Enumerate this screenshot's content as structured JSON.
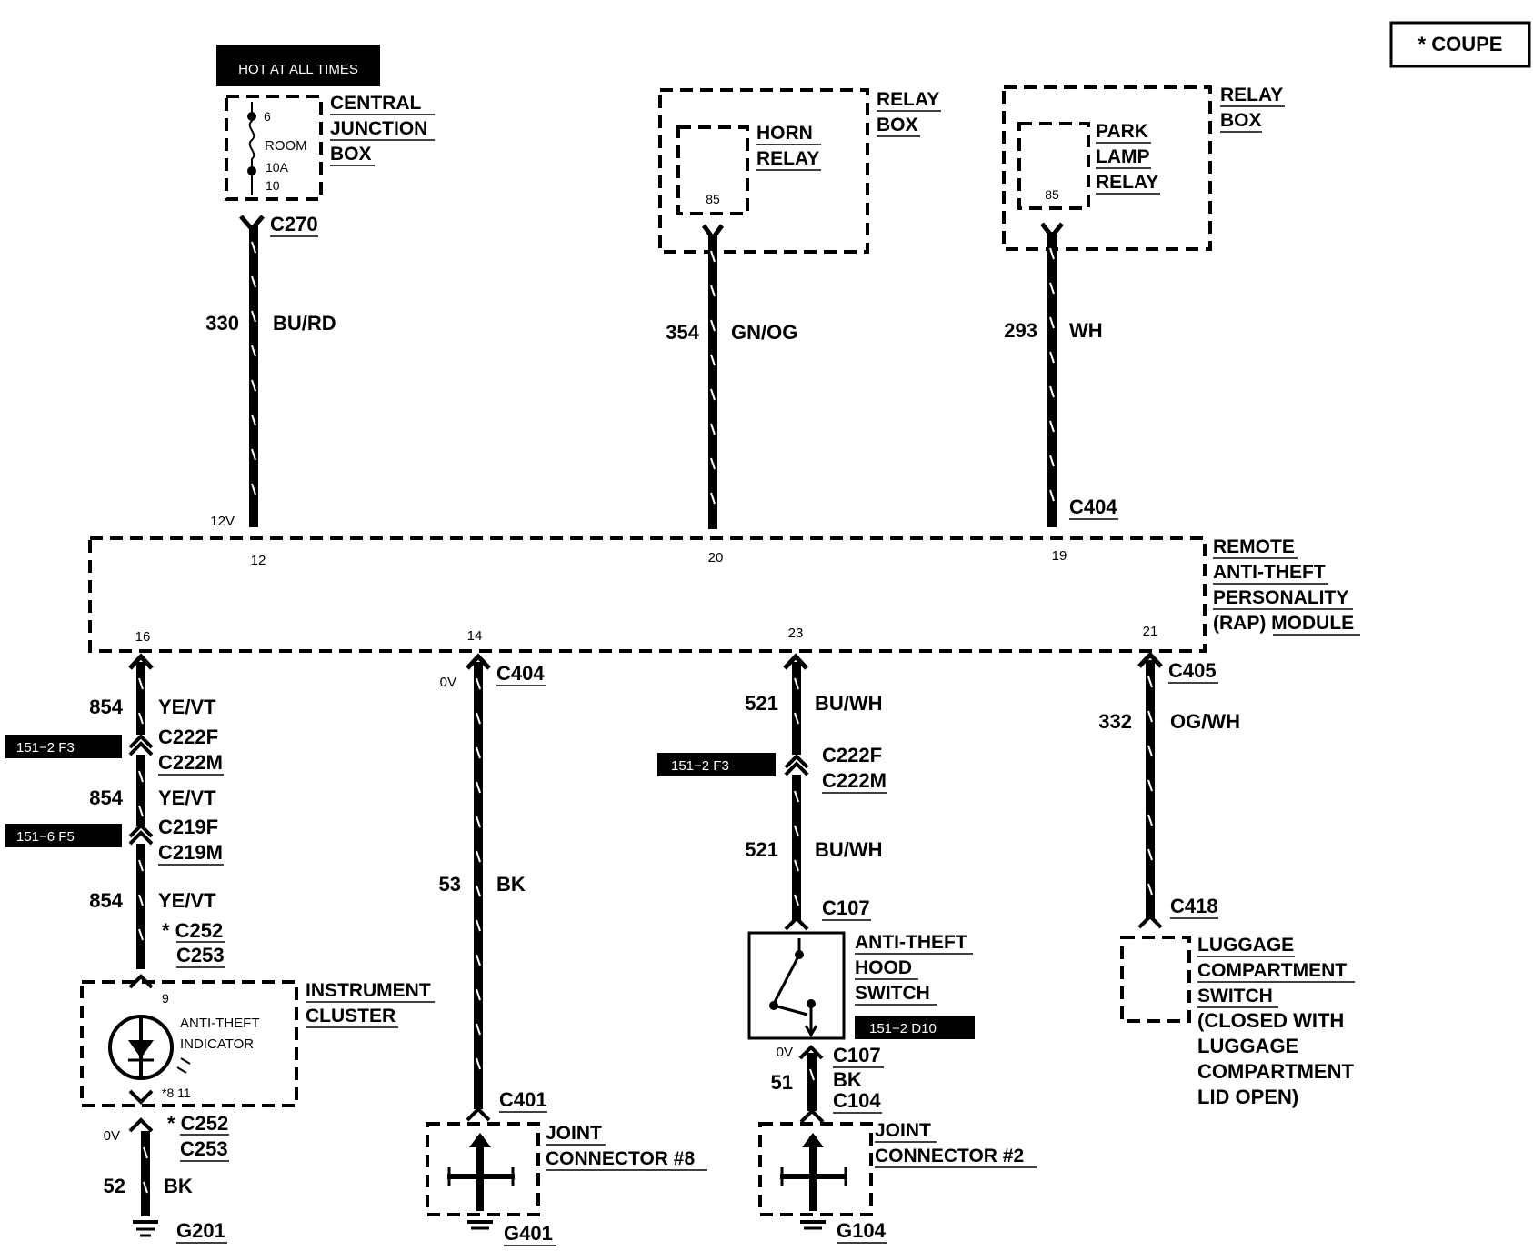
{
  "legend": {
    "label": "* COUPE"
  },
  "hot_label": "HOT AT ALL TIMES",
  "cjb": {
    "title": [
      "CENTRAL",
      "JUNCTION",
      "BOX"
    ],
    "pin_top": "6",
    "fuse_name": "ROOM",
    "fuse_rating": "10A",
    "pin_bottom": "10",
    "connector": "C270"
  },
  "horn_relay": {
    "box_title": [
      "RELAY",
      "BOX"
    ],
    "title": [
      "HORN",
      "RELAY"
    ],
    "pin": "85"
  },
  "park_relay": {
    "box_title": [
      "RELAY",
      "BOX"
    ],
    "title": [
      "PARK",
      "LAMP",
      "RELAY"
    ],
    "pin": "85"
  },
  "wires_top": [
    {
      "circuit": "330",
      "color": "BU/RD"
    },
    {
      "circuit": "354",
      "color": "GN/OG"
    },
    {
      "circuit": "293",
      "color": "WH"
    }
  ],
  "top_connector": "C404",
  "voltage_12v": "12V",
  "module": {
    "title": [
      "REMOTE",
      "ANTI-THEFT",
      "PERSONALITY",
      "(RAP) MODULE"
    ],
    "pins_top": [
      "12",
      "20",
      "19"
    ],
    "pins_bottom": [
      "16",
      "14",
      "23",
      "21"
    ]
  },
  "col1": {
    "wire1": {
      "circuit": "854",
      "color": "YE/VT"
    },
    "conn1": [
      "C222F",
      "C222M"
    ],
    "ref1": "151−2 F3",
    "wire2": {
      "circuit": "854",
      "color": "YE/VT"
    },
    "conn2": [
      "C219F",
      "C219M"
    ],
    "ref2": "151−6 F5",
    "wire3": {
      "circuit": "854",
      "color": "YE/VT"
    },
    "conn3": [
      "* C252",
      "C253"
    ],
    "cluster_title": [
      "INSTRUMENT",
      "CLUSTER"
    ],
    "indicator": [
      "ANTI-THEFT",
      "INDICATOR"
    ],
    "pin_top": "9",
    "pin_bottom": "*8 11",
    "conn4": [
      "* C252",
      "C253"
    ],
    "voltage": "0V",
    "wire4": {
      "circuit": "52",
      "color": "BK"
    },
    "ground": "G201"
  },
  "col2": {
    "voltage": "0V",
    "connector_top": "C404",
    "wire": {
      "circuit": "53",
      "color": "BK"
    },
    "connector_bottom": "C401",
    "joint": [
      "JOINT",
      "CONNECTOR #8"
    ],
    "ground": "G401"
  },
  "col3": {
    "wire1": {
      "circuit": "521",
      "color": "BU/WH"
    },
    "ref1": "151−2 F3",
    "conn1": [
      "C222F",
      "C222M"
    ],
    "wire2": {
      "circuit": "521",
      "color": "BU/WH"
    },
    "conn_switch_top": "C107",
    "switch_title": [
      "ANTI-THEFT",
      "HOOD",
      "SWITCH"
    ],
    "ref2": "151−2 D10",
    "voltage": "0V",
    "conn_switch_bottom": "C107",
    "wire3": {
      "circuit": "51",
      "color": "BK"
    },
    "conn_bottom": "C104",
    "joint": [
      "JOINT",
      "CONNECTOR #2"
    ],
    "ground": "G104"
  },
  "col4": {
    "connector_top": "C405",
    "wire": {
      "circuit": "332",
      "color": "OG/WH"
    },
    "connector_bottom": "C418",
    "switch_title": [
      "LUGGAGE",
      "COMPARTMENT",
      "SWITCH"
    ],
    "note": [
      "(CLOSED WITH",
      "LUGGAGE",
      "COMPARTMENT",
      "LID OPEN)"
    ]
  }
}
